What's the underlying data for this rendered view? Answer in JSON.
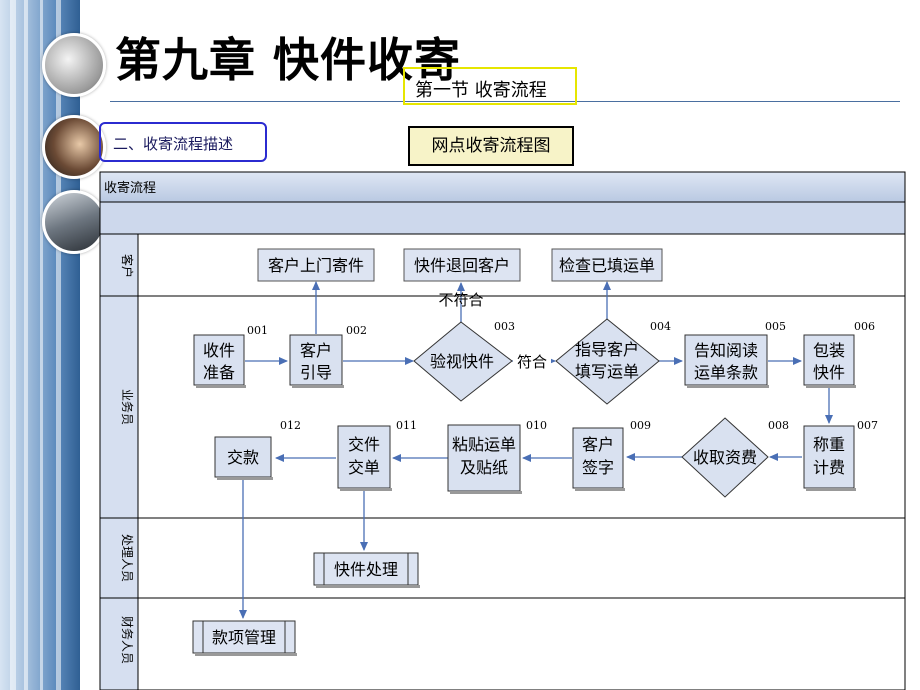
{
  "slide": {
    "title": "第九章  快件收寄",
    "section": "第一节  收寄流程",
    "subsection": "二、收寄流程描述",
    "diagram_title": "网点收寄流程图"
  },
  "diagram": {
    "pool": "收寄流程",
    "lanes": [
      "客户",
      "业务员",
      "处理人员",
      "财务人员"
    ],
    "nodes": {
      "n001": {
        "label1": "收件",
        "label2": "准备",
        "code": "001"
      },
      "n002": {
        "label1": "客户",
        "label2": "引导",
        "code": "002"
      },
      "n003": {
        "label1": "验视快件",
        "code": "003"
      },
      "n004": {
        "label1": "指导客户",
        "label2": "填写运单",
        "code": "004"
      },
      "n005": {
        "label1": "告知阅读",
        "label2": "运单条款",
        "code": "005"
      },
      "n006": {
        "label1": "包装",
        "label2": "快件",
        "code": "006"
      },
      "n007": {
        "label1": "称重",
        "label2": "计费",
        "code": "007"
      },
      "n008": {
        "label1": "收取资费",
        "code": "008"
      },
      "n009": {
        "label1": "客户",
        "label2": "签字",
        "code": "009"
      },
      "n010": {
        "label1": "粘贴运单",
        "label2": "及贴纸",
        "code": "010"
      },
      "n011": {
        "label1": "交件",
        "label2": "交单",
        "code": "011"
      },
      "n012": {
        "label1": "交款",
        "code": "012"
      },
      "c1": {
        "label1": "客户上门寄件"
      },
      "c2": {
        "label1": "快件退回客户"
      },
      "c3": {
        "label1": "检查已填运单"
      },
      "p1": {
        "label1": "快件处理"
      },
      "f1": {
        "label1": "款项管理"
      }
    },
    "edge_labels": {
      "fail": "不符合",
      "pass": "符合"
    }
  },
  "colors": {
    "box_fill": "#d9e1f0",
    "header_fill": "#c6d3e8",
    "lane_fill": "#d6dff0",
    "title_box": "#f7f3c8"
  }
}
